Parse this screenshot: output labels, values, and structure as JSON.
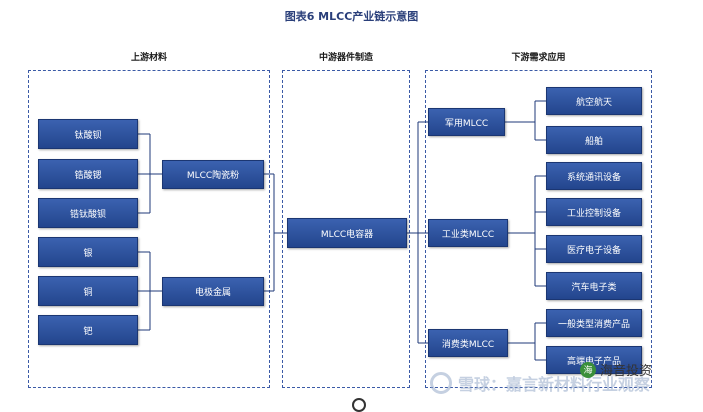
{
  "title": "图表6 MLCC产业链示意图",
  "sections": {
    "upstream": "上游材料",
    "midstream": "中游器件制造",
    "downstream": "下游需求应用"
  },
  "upstream": {
    "materials": [
      "钛酸钡",
      "锆酸锶",
      "锆钛酸钡",
      "银",
      "铜",
      "钯"
    ],
    "ceramic_powder": "MLCC陶瓷粉",
    "electrode_metal": "电极金属"
  },
  "midstream": {
    "capacitor": "MLCC电容器"
  },
  "downstream": {
    "military": "军用MLCC",
    "industrial": "工业类MLCC",
    "consumer": "消费类MLCC",
    "military_apps": [
      "航空航天",
      "船舶"
    ],
    "industrial_apps": [
      "系统通讯设备",
      "工业控制设备",
      "医疗电子设备",
      "汽车电子类"
    ],
    "consumer_apps": [
      "一般类型消费产品",
      "高端电子产品"
    ]
  },
  "watermarks": {
    "xueqiu": "雪球：嘉言新材料行业观察",
    "haiyin": "海音投资",
    "haiyin_icon_char": "海",
    "xueqiu_icon": "xueqiu-logo-icon"
  },
  "colors": {
    "box": "#2b4d97",
    "border": "#3b5aa6",
    "line": "#1f3a78"
  }
}
